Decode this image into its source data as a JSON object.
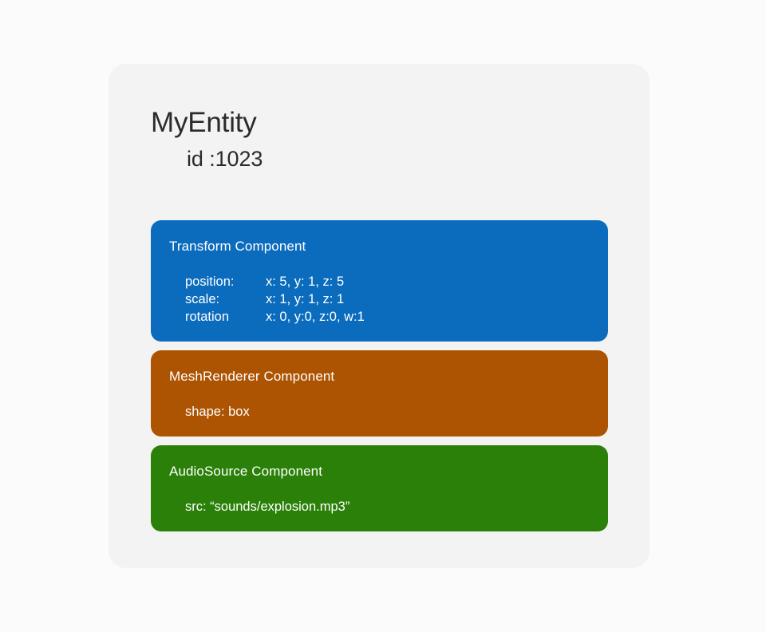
{
  "page": {
    "background_color": "#fcfbfb",
    "card_background_color": "#f4f3f3"
  },
  "entity": {
    "title": "MyEntity",
    "id_label": "id :1023"
  },
  "components": [
    {
      "name": "transform",
      "title": "Transform Component",
      "color": "#0b6cbe",
      "layout": "key-value",
      "rows": [
        {
          "key": "position:",
          "value": "x: 5, y: 1, z: 5"
        },
        {
          "key": "scale:",
          "value": "x: 1, y: 1, z: 1"
        },
        {
          "key": "rotation",
          "value": "x: 0, y:0, z:0, w:1"
        }
      ]
    },
    {
      "name": "mesh-renderer",
      "title": "MeshRenderer Component",
      "color": "#ad5403",
      "layout": "single",
      "rows": [
        {
          "text": "shape: box"
        }
      ]
    },
    {
      "name": "audio-source",
      "title": "AudioSource Component",
      "color": "#2a8008",
      "layout": "single",
      "rows": [
        {
          "text": "src:  “sounds/explosion.mp3”"
        }
      ]
    }
  ]
}
